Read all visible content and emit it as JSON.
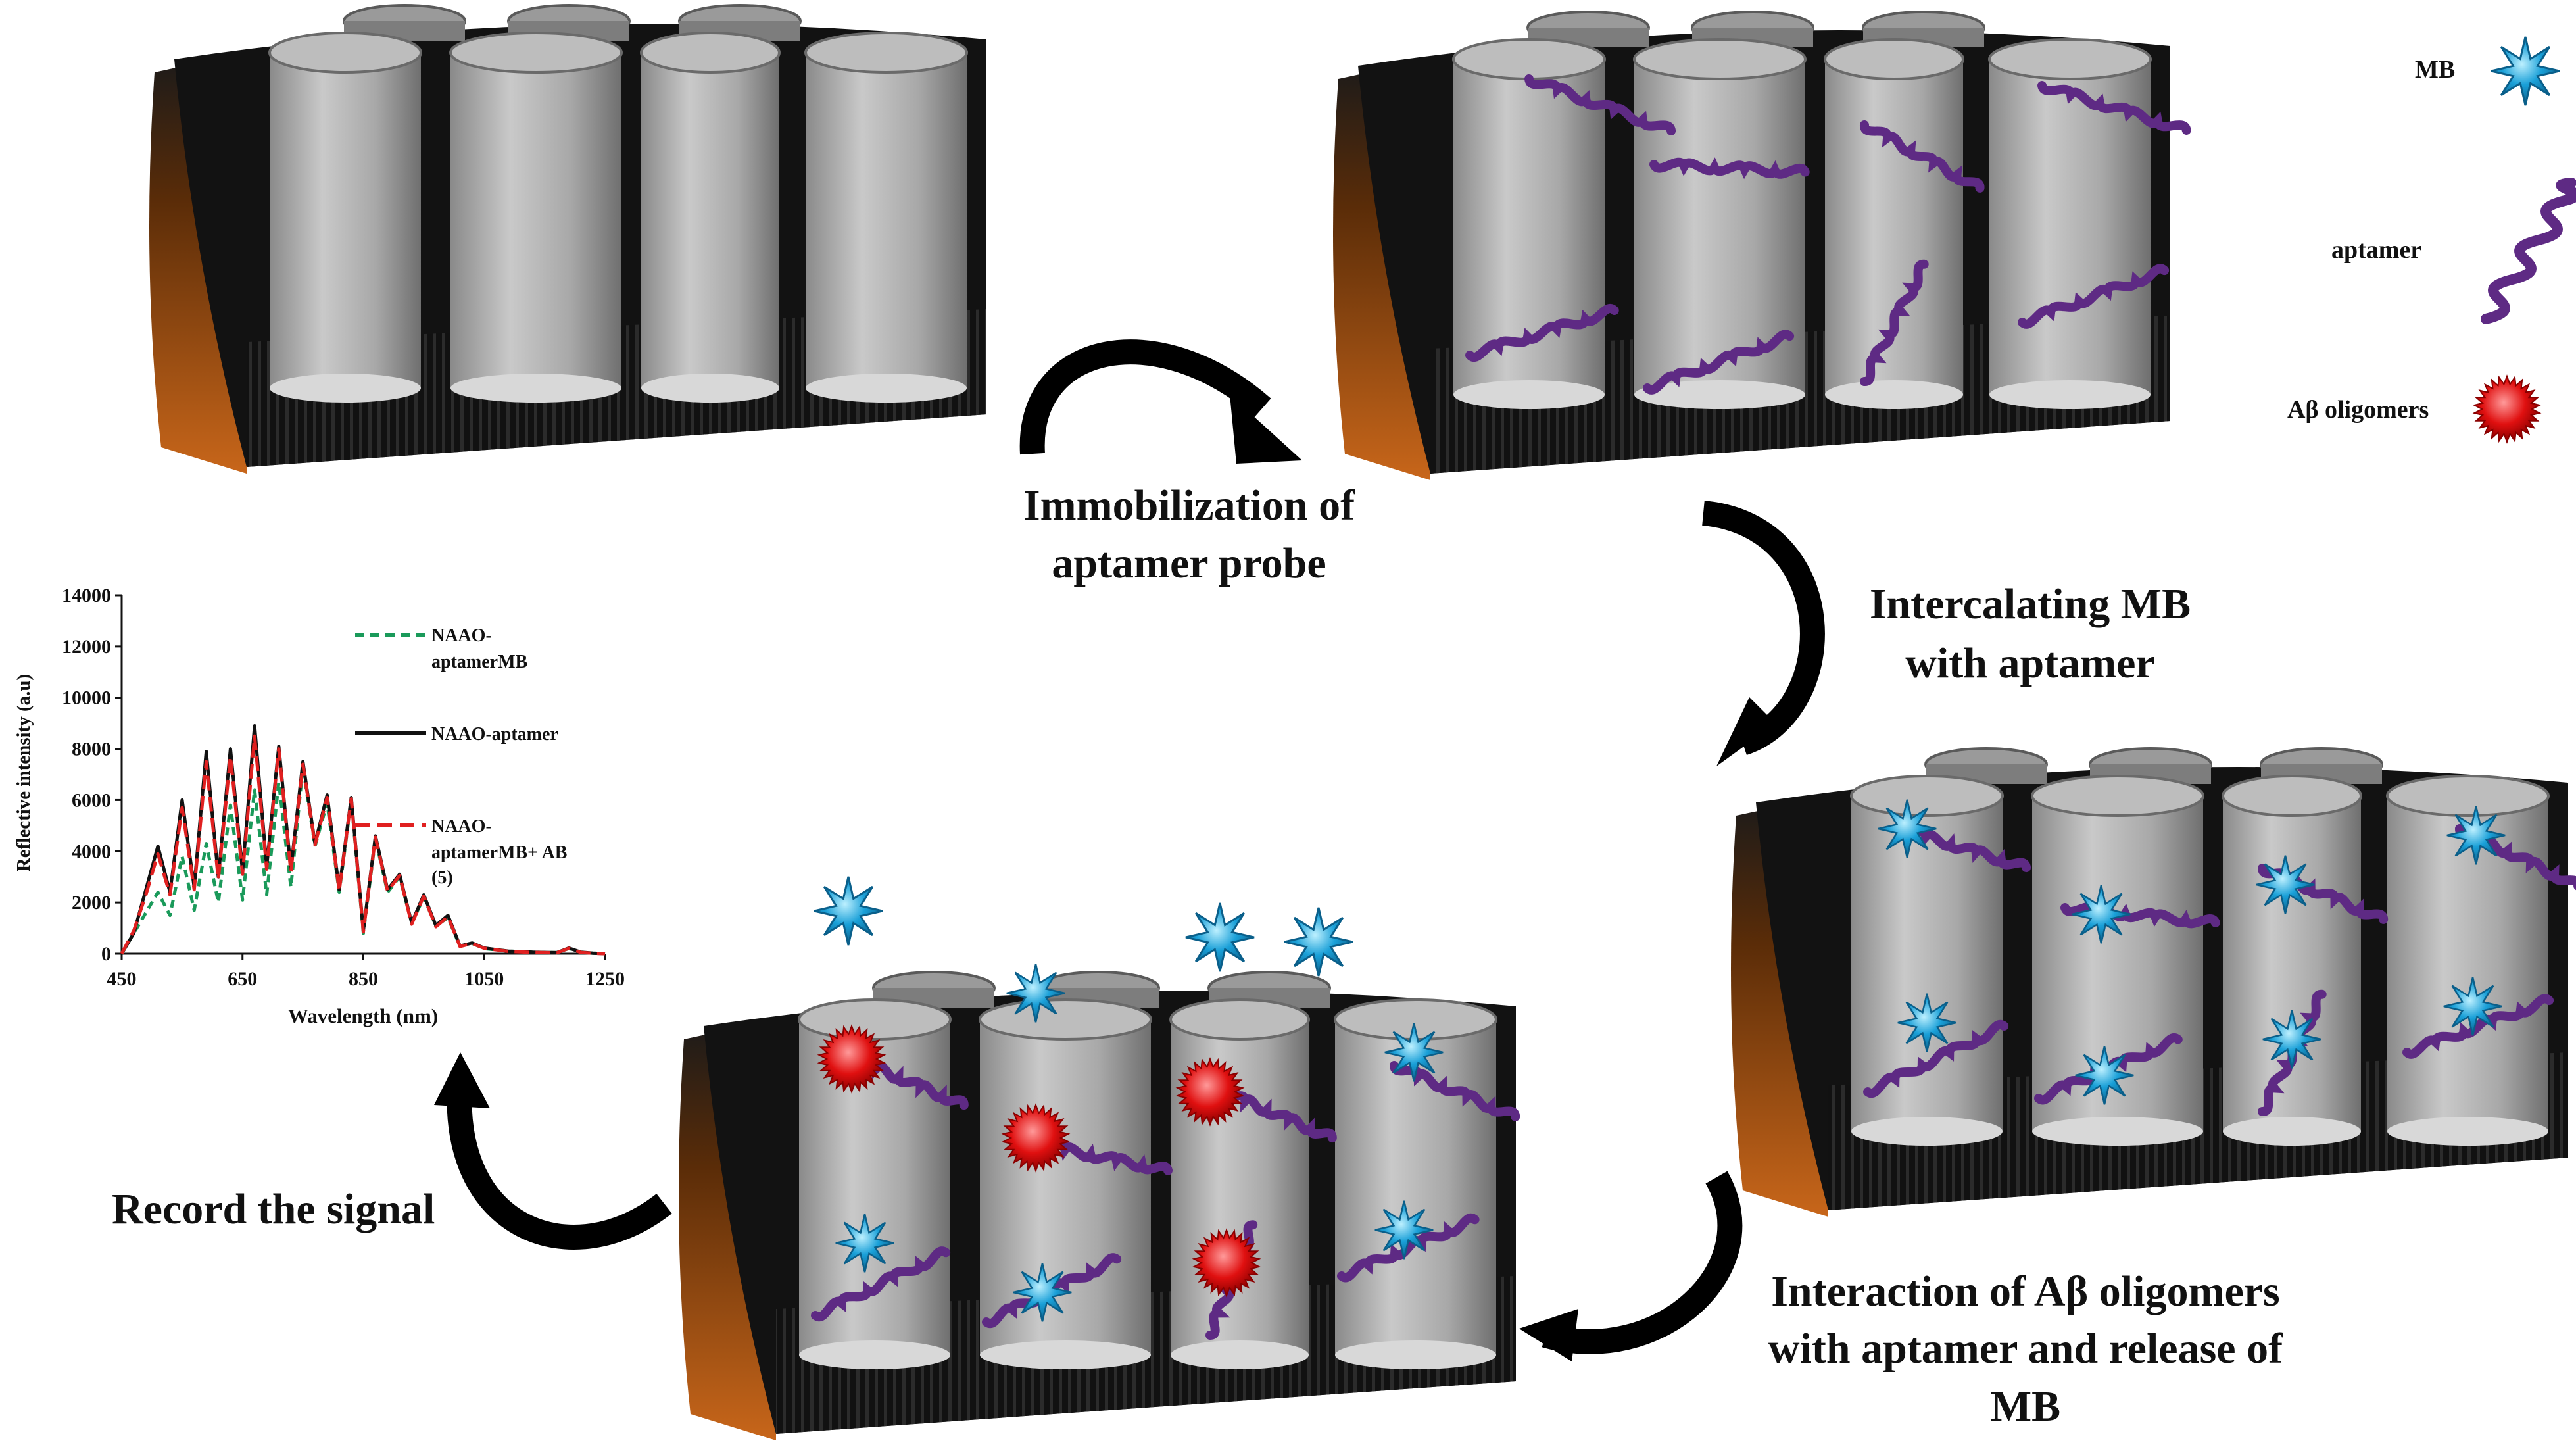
{
  "legend": {
    "items": [
      {
        "label": "MB",
        "icon": "mb-star-icon"
      },
      {
        "label": "aptamer",
        "icon": "aptamer-coil-icon"
      },
      {
        "label": "Aβ oligomers",
        "icon": "abeta-oligomer-icon"
      }
    ]
  },
  "steps": {
    "immobilization": {
      "line1": "Immobilization  of",
      "line2": "aptamer probe"
    },
    "intercalating": {
      "line1": "Intercalating MB",
      "line2": "with aptamer"
    },
    "interaction": {
      "line1": "Interaction of Aβ oligomers",
      "line2": "with aptamer and release of",
      "line3": "MB"
    },
    "record": {
      "line1": "Record the signal"
    }
  },
  "colors": {
    "pore": "#b5b5b5",
    "substrate": "#141414",
    "substrate_side": "#b85a10",
    "aptamer": "#5e2a84",
    "mb": "#1aa0d8",
    "abeta": "#e01010"
  },
  "chart_data": {
    "type": "line",
    "title": "",
    "xlabel": "Wavelength  (nm)",
    "ylabel": "Reflective  intensity (a.u)",
    "xlim": [
      450,
      1250
    ],
    "ylim": [
      0,
      14000
    ],
    "x_ticks": [
      "450",
      "650",
      "850",
      "1050",
      "1250"
    ],
    "y_ticks": [
      "0",
      "2000",
      "4000",
      "6000",
      "8000",
      "10000",
      "12000",
      "14000"
    ],
    "legend_position": "top-right",
    "series": [
      {
        "name": "NAAO-aptamerMB",
        "style": "dashed",
        "color": "#1a9a5a",
        "x": [
          450,
          470,
          490,
          510,
          530,
          550,
          570,
          590,
          610,
          630,
          650,
          670,
          690,
          710,
          730,
          750,
          770,
          790,
          810,
          830,
          850,
          870,
          890,
          910,
          930,
          950,
          970,
          990,
          1010,
          1030,
          1050,
          1070,
          1090,
          1110,
          1130,
          1150,
          1170,
          1190,
          1210,
          1230,
          1250
        ],
        "y": [
          0,
          800,
          1600,
          2400,
          1500,
          3800,
          1700,
          4300,
          2000,
          5800,
          2100,
          6400,
          2300,
          6700,
          2600,
          7300,
          4200,
          5900,
          2400,
          6000,
          800,
          4500,
          2400,
          3000,
          1200,
          2200,
          1100,
          1400,
          300,
          400,
          200,
          150,
          100,
          80,
          60,
          50,
          40,
          200,
          60,
          20,
          0
        ]
      },
      {
        "name": "NAAO-aptamer",
        "style": "solid",
        "color": "#111111",
        "x": [
          450,
          470,
          490,
          510,
          530,
          550,
          570,
          590,
          610,
          630,
          650,
          670,
          690,
          710,
          730,
          750,
          770,
          790,
          810,
          830,
          850,
          870,
          890,
          910,
          930,
          950,
          970,
          990,
          1010,
          1030,
          1050,
          1070,
          1090,
          1110,
          1130,
          1150,
          1170,
          1190,
          1210,
          1230,
          1250
        ],
        "y": [
          0,
          800,
          2500,
          4200,
          2400,
          6000,
          2600,
          7900,
          3000,
          8000,
          3200,
          8900,
          3400,
          8100,
          3300,
          7500,
          4300,
          6200,
          2500,
          6100,
          900,
          4600,
          2500,
          3100,
          1200,
          2300,
          1100,
          1500,
          300,
          420,
          220,
          160,
          100,
          80,
          60,
          50,
          40,
          220,
          60,
          20,
          0
        ]
      },
      {
        "name": "NAAO-aptamerMB+ AB (5)",
        "style": "dashed",
        "color": "#e02020",
        "x": [
          450,
          470,
          490,
          510,
          530,
          550,
          570,
          590,
          610,
          630,
          650,
          670,
          690,
          710,
          730,
          750,
          770,
          790,
          810,
          830,
          850,
          870,
          890,
          910,
          930,
          950,
          970,
          990,
          1010,
          1030,
          1050,
          1070,
          1090,
          1110,
          1130,
          1150,
          1170,
          1190,
          1210,
          1230,
          1250
        ],
        "y": [
          0,
          900,
          2300,
          3900,
          2300,
          5700,
          2500,
          7500,
          2900,
          7700,
          3100,
          8500,
          3300,
          8000,
          3200,
          7400,
          4250,
          6100,
          2450,
          6050,
          850,
          4550,
          2450,
          3050,
          1150,
          2250,
          1050,
          1450,
          280,
          400,
          210,
          150,
          90,
          70,
          50,
          40,
          30,
          210,
          50,
          15,
          0
        ]
      }
    ]
  }
}
